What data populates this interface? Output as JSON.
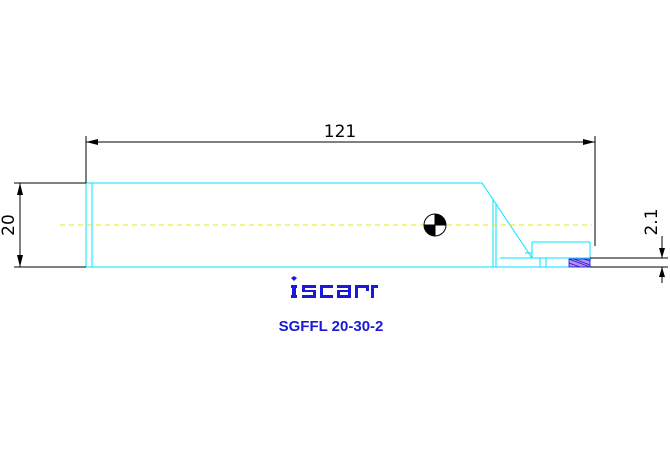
{
  "drawing": {
    "dimensions": {
      "overall_length": "121",
      "shank_height": "20",
      "groove_width": "2.1"
    },
    "product_code": "SGFFL 20-30-2",
    "logo": {
      "brand": "iscar",
      "color": "#1a1ad6"
    },
    "colors": {
      "outline": "#00e5ff",
      "centerline": "#e8e800",
      "dimension": "#000000",
      "text": "#1a1ad6",
      "insert_tip": "#8a2be2"
    },
    "icons": [
      "center-of-gravity-icon"
    ]
  }
}
